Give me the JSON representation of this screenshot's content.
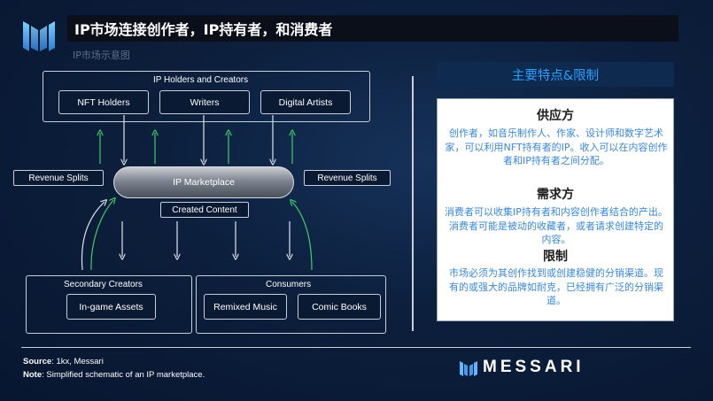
{
  "header": {
    "title": "IP市场连接创作者，IP持有者，和消费者",
    "subtitle": "IP市场示意图"
  },
  "diagram": {
    "holders_group": {
      "label": "IP Holders and Creators",
      "items": [
        "NFT Holders",
        "Writers",
        "Digital Artists"
      ]
    },
    "marketplace": "IP Marketplace",
    "revenue_left": "Revenue Splits",
    "revenue_right": "Revenue Splits",
    "created_content": "Created Content",
    "secondary_group": {
      "label": "Secondary Creators",
      "items": [
        "In-game Assets"
      ]
    },
    "consumers_group": {
      "label": "Consumers",
      "items": [
        "Remixed Music",
        "Comic Books"
      ]
    }
  },
  "right_panel": {
    "header": "主要特点&限制",
    "sections": [
      {
        "title": "供应方",
        "text": "创作者，如音乐制作人、作家、设计师和数字艺术家，可以利用NFT持有者的IP。收入可以在内容创作者和IP持有者之间分配。"
      },
      {
        "title": "需求方",
        "text": "消费者可以收集IP持有者和内容创作者结合的产出。消费者可能是被动的收藏者，或者请求创建特定的内容。"
      },
      {
        "title": "限制",
        "text": "市场必须为其创作找到或创建稳健的分销渠道。现有的或强大的品牌如耐克，已经拥有广泛的分销渠道。"
      }
    ]
  },
  "footer": {
    "source_label": "Source",
    "source_text": ": 1kx, Messari",
    "note_label": "Note",
    "note_text": ": Simplified schematic of an IP marketplace.",
    "brand": "MESSARI"
  },
  "colors": {
    "background": "#0c1f3c",
    "accent_green": "#3ecf6a",
    "header_blue": "#2aa0ff",
    "panel_text_blue": "#3a88d8"
  },
  "icons": [
    "messari-logo-icon",
    "arrow-down-icon",
    "arrow-up-icon",
    "curved-arrow-icon"
  ]
}
